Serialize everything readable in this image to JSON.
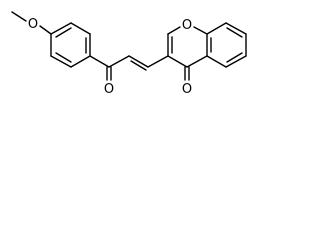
{
  "molecule": {
    "atoms": [
      {
        "id": "O_methoxy",
        "label": "O"
      },
      {
        "id": "O_ketone",
        "label": "O"
      },
      {
        "id": "O_ring",
        "label": "O"
      },
      {
        "id": "O_pyranone",
        "label": "O"
      }
    ]
  },
  "colors": {
    "bond": "#000000",
    "label": "#000000",
    "background": "#ffffff"
  }
}
